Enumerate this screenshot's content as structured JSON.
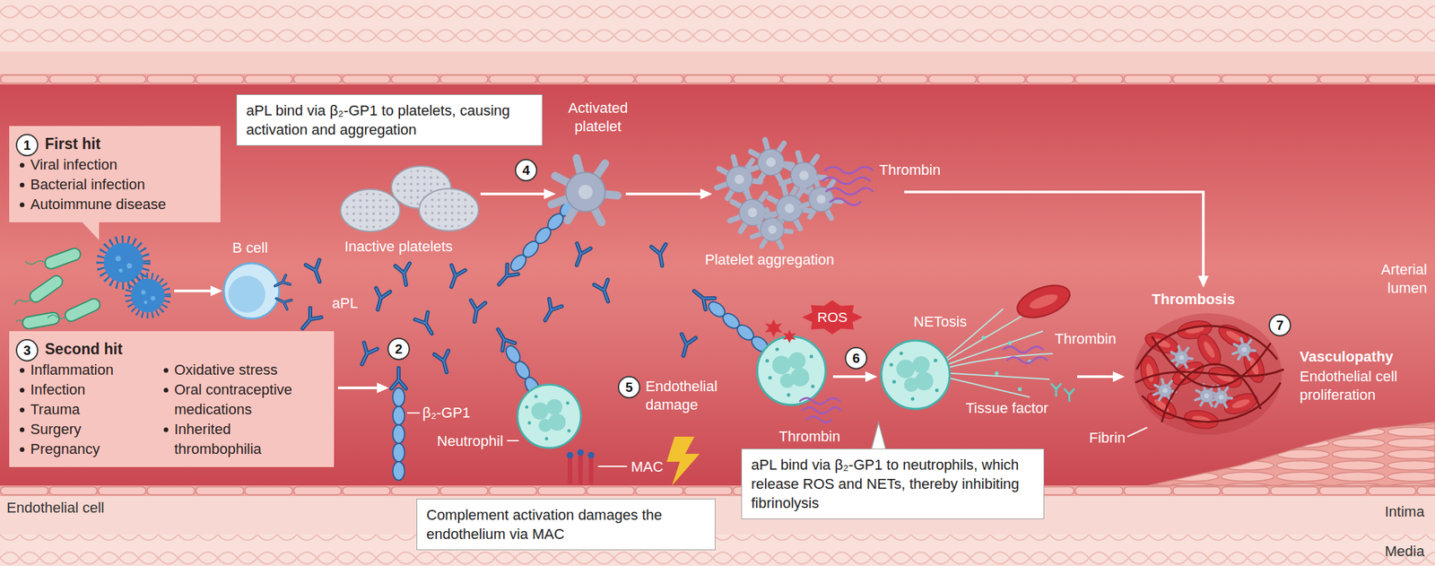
{
  "diagram": {
    "nodes": [
      {
        "text": [
          "First hit",
          "Viral infection",
          "Bacterial infection",
          "Autoimmune disease"
        ]
      },
      {
        "text": [
          "1"
        ],
        "in": 0
      },
      {
        "text": [
          "Second hit",
          "Inflammation",
          "Infection",
          "Trauma",
          "Surgery",
          "Pregnancy",
          "Oxidative stress",
          "Oral contraceptive medications",
          "Inherited thrombophilia"
        ]
      },
      {
        "text": [
          "3"
        ],
        "in": 2
      },
      {
        "text": [
          "aPL bind via β₂-GP1 to platelets, causing activation and aggregation"
        ]
      },
      {
        "text": [
          "2"
        ]
      },
      {
        "text": [
          "4"
        ]
      },
      {
        "text": [
          "5"
        ]
      },
      {
        "text": [
          "Complement activation damages the endothelium via MAC"
        ]
      },
      {
        "text": [
          "ROS"
        ]
      },
      {
        "text": [
          "6"
        ]
      },
      {
        "text": [
          "aPL bind via β₂-GP1 to neutrophils, which release ROS and NETs, thereby inhibiting fibrinolysis"
        ]
      },
      {
        "text": [
          "7"
        ]
      }
    ],
    "labels": [
      "B cell",
      "aPL",
      "Inactive platelets",
      "Activated platelet",
      "Platelet aggregation",
      "Thrombin",
      "β₂-GP1",
      "Neutrophil",
      "MAC",
      "Endothelial damage",
      "Thrombin",
      "NETosis",
      "Thrombin",
      "Tissue factor",
      "Fibrin",
      "Thrombosis",
      "Vasculopathy",
      "Endothelial cell proliferation",
      "Arterial lumen",
      "Endothelial cell",
      "Intima",
      "Media"
    ]
  }
}
